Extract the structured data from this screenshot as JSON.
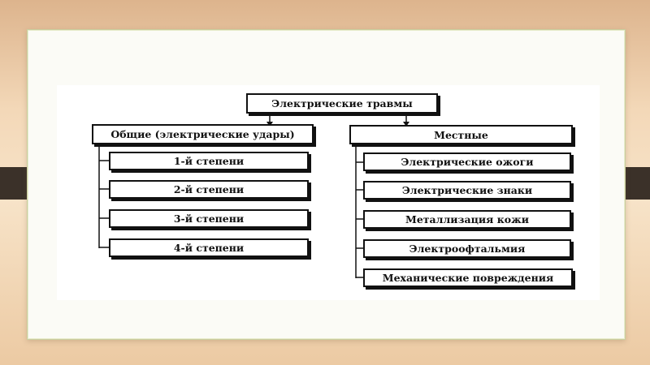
{
  "diagram": {
    "root": "Электрические травмы",
    "left": {
      "title": "Общие (электрические удары)",
      "items": [
        "1-й степени",
        "2-й степени",
        "3-й степени",
        "4-й степени"
      ]
    },
    "right": {
      "title": "Местные",
      "items": [
        "Электрические ожоги",
        "Электрические знаки",
        "Металлизация кожи",
        "Электроофтальмия",
        "Механические повреждения"
      ]
    }
  },
  "colors": {
    "line": "#111111",
    "box_bg": "#ffffff"
  }
}
